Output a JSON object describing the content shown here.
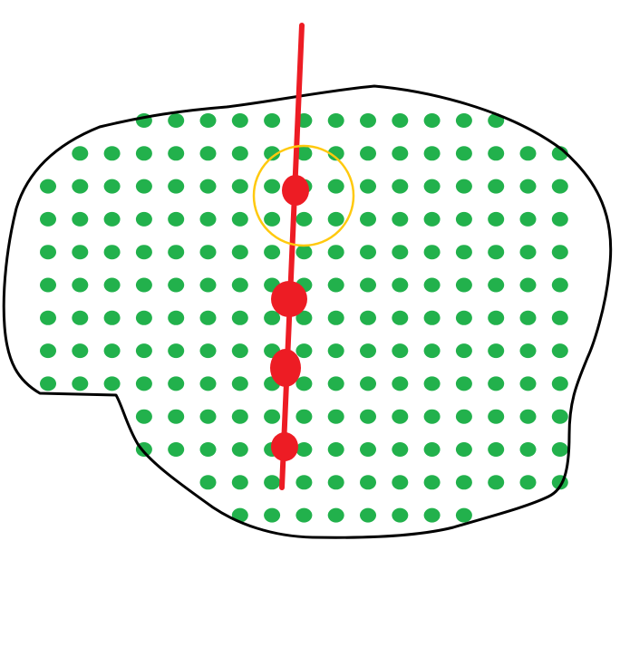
{
  "diagram": {
    "description_visible_text": "",
    "colors": {
      "background": "#ffffff",
      "outline": "#000000",
      "grid_dots": "#22b14c",
      "red_line": "#ed1c24",
      "red_points": "#ed1c24",
      "highlight_circle": "#ffc90e"
    },
    "shapes": {
      "region": "irregular-blob-outline",
      "dot_grid": "green-dot-lattice",
      "line": "near-vertical-red-line",
      "points_on_line": 4,
      "highlighted_point_index": 0
    }
  }
}
